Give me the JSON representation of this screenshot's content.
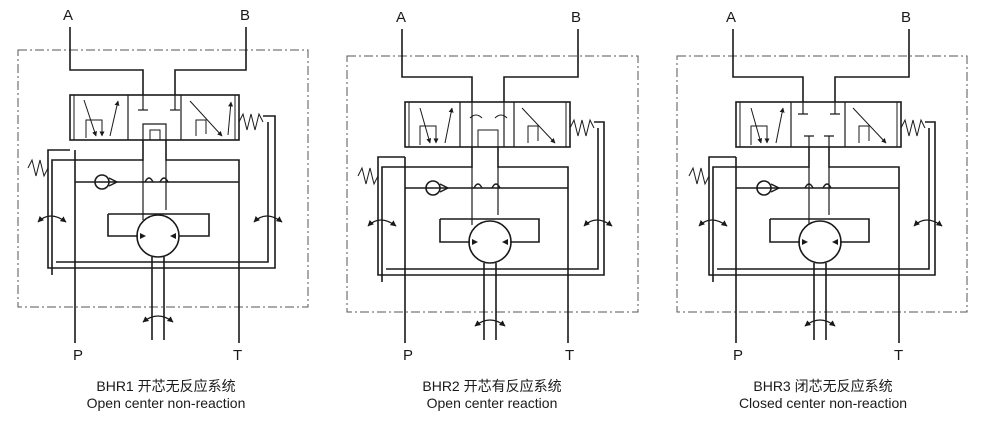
{
  "diagrams": [
    {
      "id": "bhr1",
      "ports": {
        "a": "A",
        "b": "B",
        "p": "P",
        "t": "T"
      },
      "caption_zh": "BHR1 开芯无反应系统",
      "caption_en": "Open center non-reaction"
    },
    {
      "id": "bhr2",
      "ports": {
        "a": "A",
        "b": "B",
        "p": "P",
        "t": "T"
      },
      "caption_zh": "BHR2 开芯有反应系统",
      "caption_en": "Open center reaction"
    },
    {
      "id": "bhr3",
      "ports": {
        "a": "A",
        "b": "B",
        "p": "P",
        "t": "T"
      },
      "caption_zh": "BHR3 闭芯无反应系统",
      "caption_en": "Closed center non-reaction"
    }
  ],
  "colors": {
    "line": "#1a1a1a",
    "dashed_border": "#555555",
    "background": "#ffffff"
  }
}
